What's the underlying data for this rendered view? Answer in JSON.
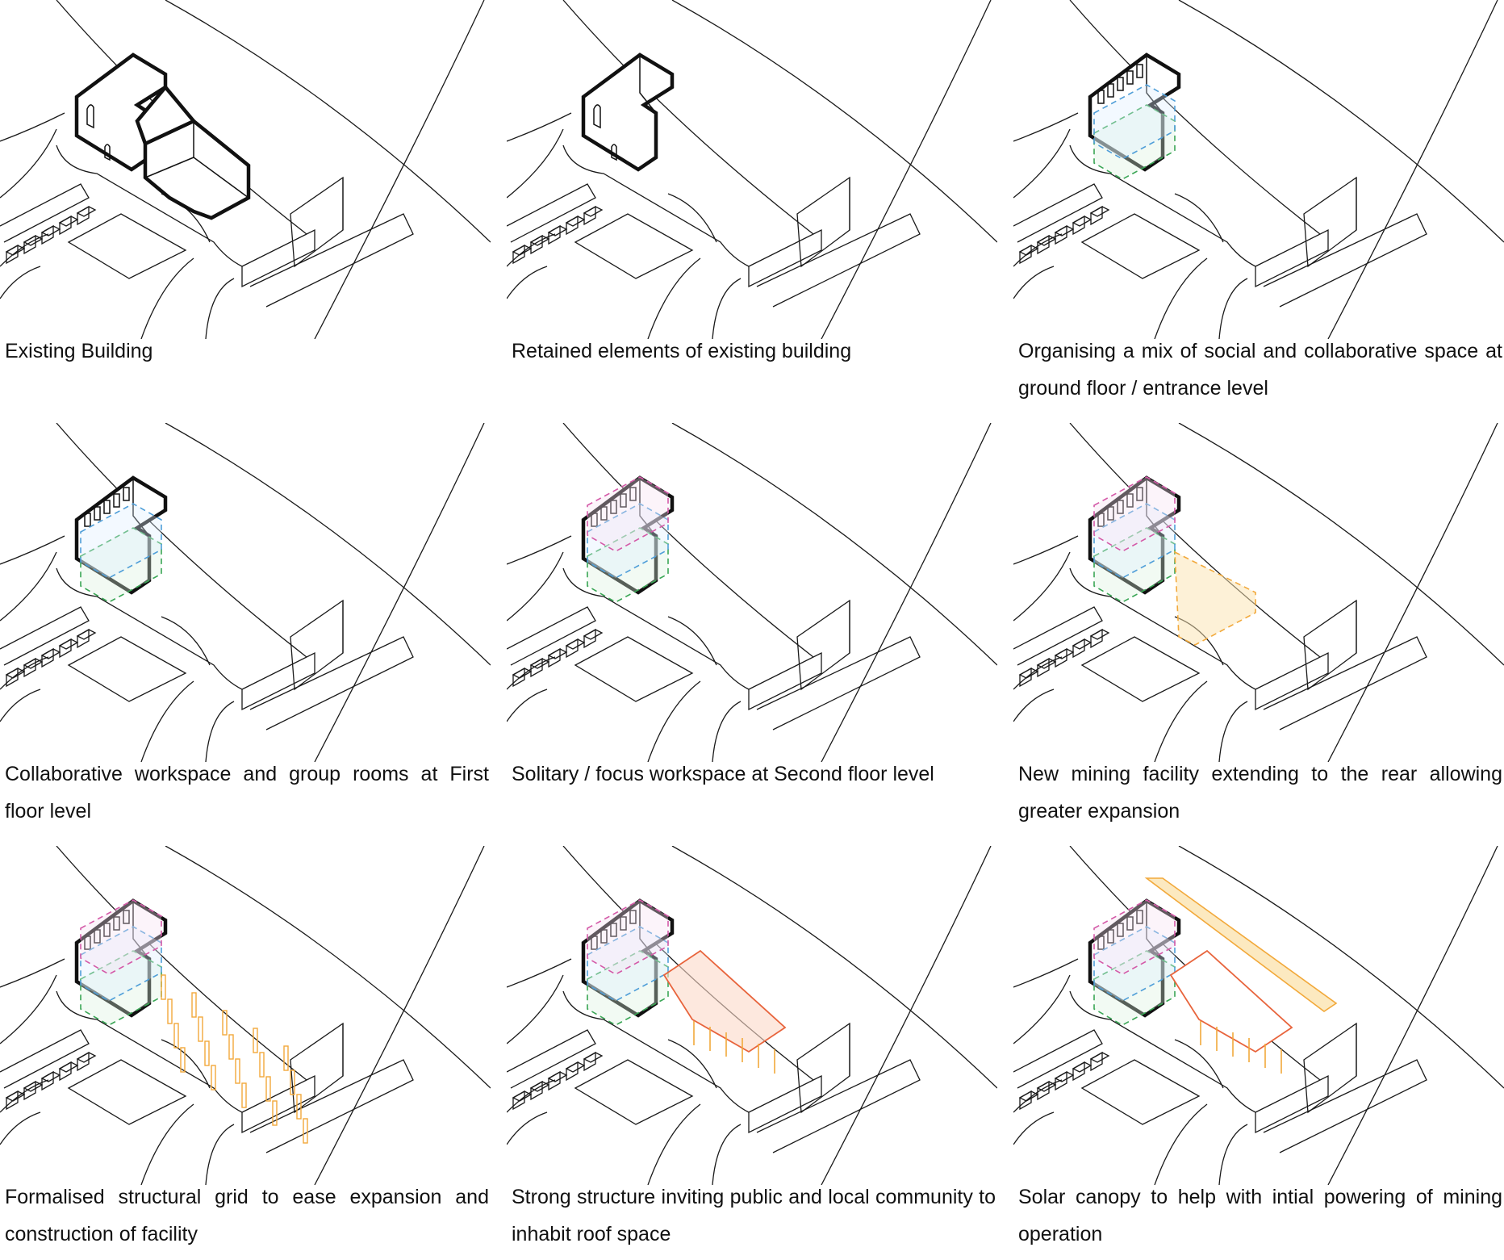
{
  "panels": [
    {
      "id": "p1",
      "caption": "Existing Building",
      "layers": []
    },
    {
      "id": "p2",
      "caption": "Retained elements of existing building",
      "layers": []
    },
    {
      "id": "p3",
      "caption": "Organising a mix of social and collaborative space at ground floor / entrance level",
      "layers": [
        "ground",
        "first-hint"
      ]
    },
    {
      "id": "p4",
      "caption": "Collaborative workspace and group rooms at First floor level",
      "layers": [
        "ground",
        "first"
      ]
    },
    {
      "id": "p5",
      "caption": "Solitary / focus workspace at Second floor level",
      "layers": [
        "ground",
        "first",
        "second"
      ]
    },
    {
      "id": "p6",
      "caption": "New mining facility extending to the rear allowing greater expansion",
      "layers": [
        "ground",
        "first",
        "second",
        "facility"
      ]
    },
    {
      "id": "p7",
      "caption": "Formalised structural grid to ease expansion and construction of facility",
      "layers": [
        "ground",
        "first",
        "second",
        "grid"
      ]
    },
    {
      "id": "p8",
      "caption": "Strong structure inviting public and local community to inhabit roof space",
      "layers": [
        "ground",
        "first",
        "second",
        "roof"
      ]
    },
    {
      "id": "p9",
      "caption": "Solar canopy to help with intial powering of mining operation",
      "layers": [
        "ground",
        "first",
        "second",
        "roof-outline",
        "solar"
      ]
    }
  ],
  "colors": {
    "line": "#1a1a1a",
    "ground_floor": "#3aa655",
    "first_floor": "#4f9ed8",
    "second_floor": "#d45aa8",
    "structure": "#f2a93b",
    "roof": "#e8643c",
    "roof_fill": "#fbd9c8",
    "solar_fill": "#fbe3b0"
  }
}
